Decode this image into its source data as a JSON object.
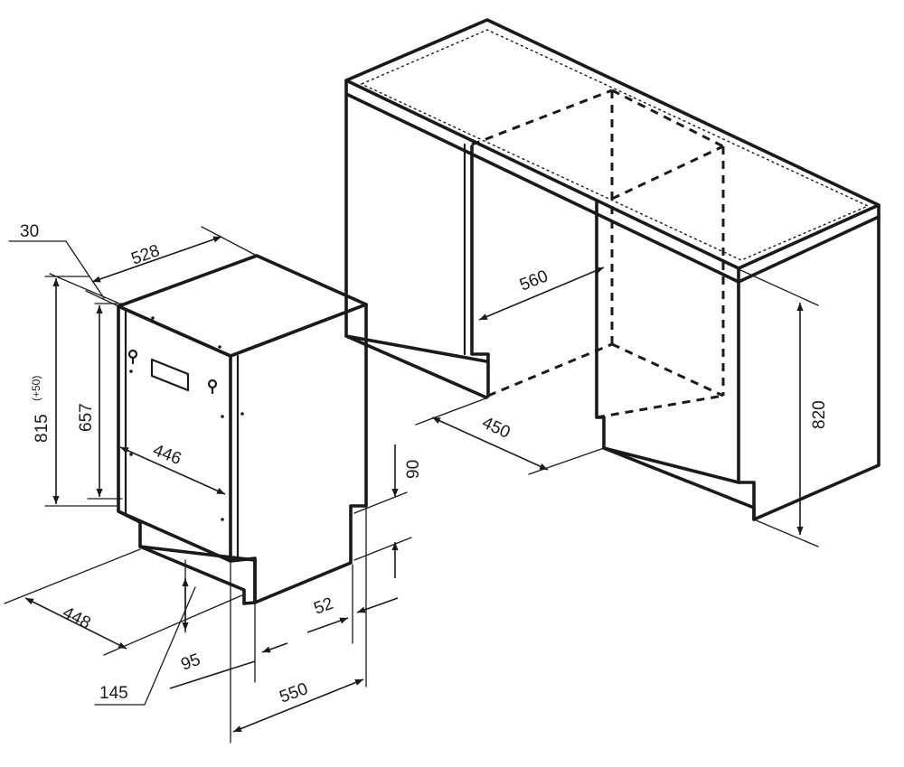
{
  "dimensions": {
    "d30": "30",
    "d528": "528",
    "d815": "815",
    "d815_tol": "(+50)",
    "d657": "657",
    "d446": "446",
    "d448": "448",
    "d145": "145",
    "d95": "95",
    "d550": "550",
    "d52": "52",
    "d90": "90",
    "d560": "560",
    "d450": "450",
    "d820": "820"
  }
}
